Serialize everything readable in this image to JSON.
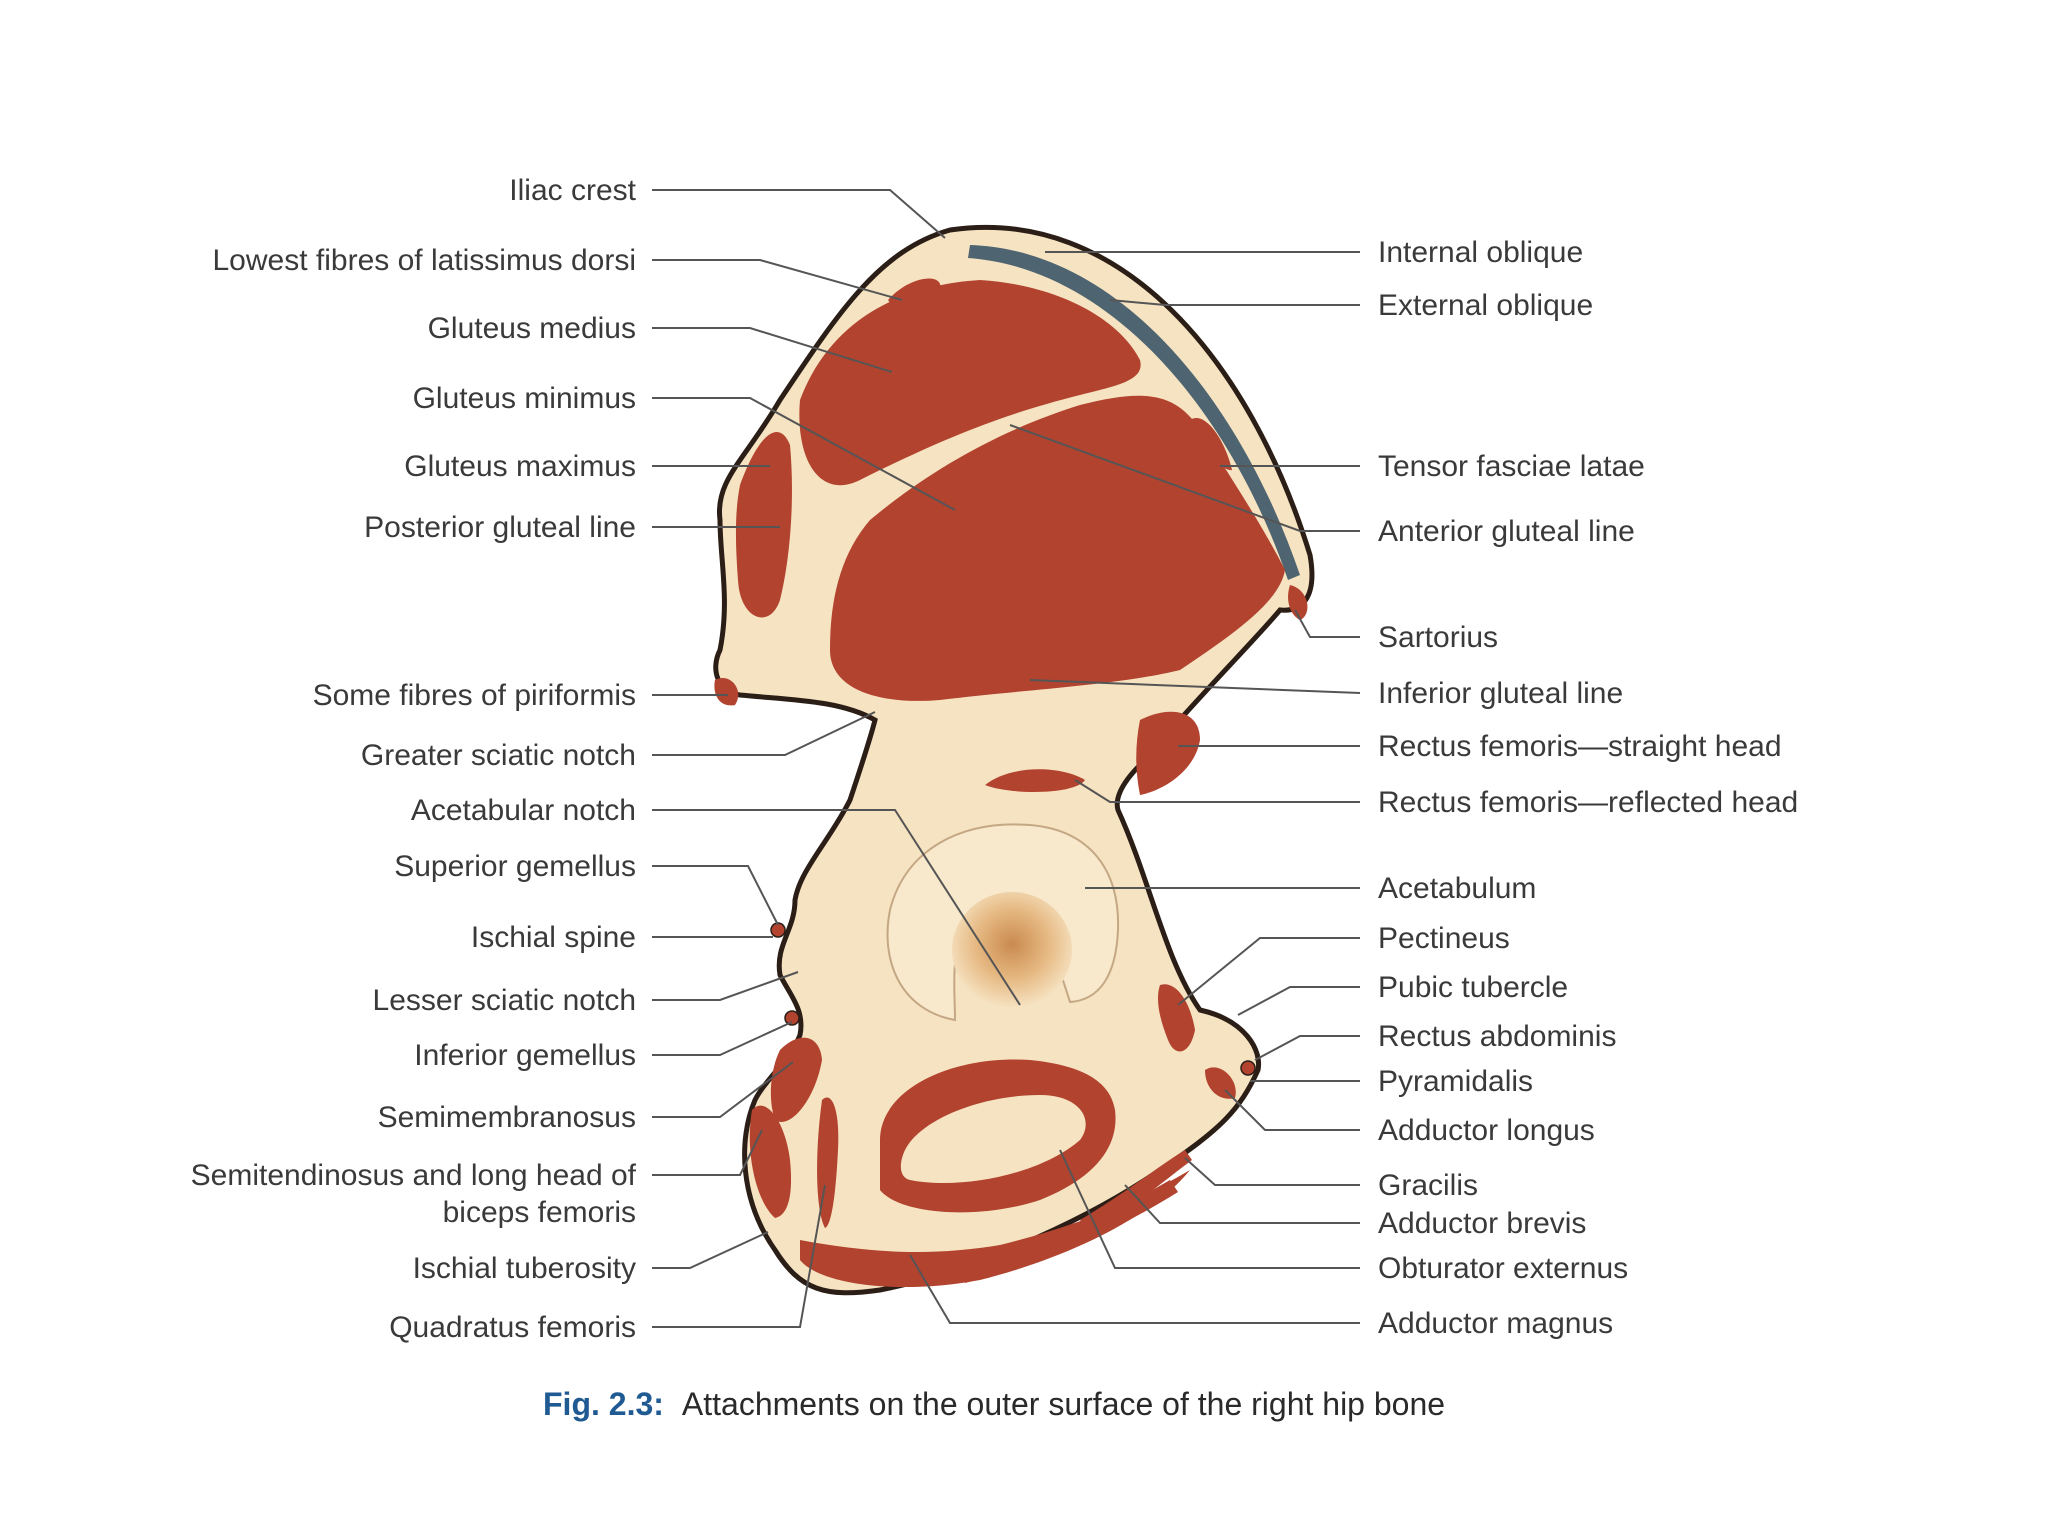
{
  "figure": {
    "caption_number": "Fig. 2.3:",
    "caption_text": "Attachments on the outer surface of the right hip bone",
    "colors": {
      "bone": "#f6e3c2",
      "muscle": "#b2432f",
      "aponeurosis": "#4e6470",
      "outline": "#2b1e16",
      "leader": "#555555"
    }
  },
  "labels_left": [
    "Iliac crest",
    "Lowest fibres of latissimus dorsi",
    "Gluteus medius",
    "Gluteus minimus",
    "Gluteus maximus",
    "Posterior gluteal line",
    "Some fibres of piriformis",
    "Greater sciatic notch",
    "Acetabular notch",
    "Superior gemellus",
    "Ischial spine",
    "Lesser sciatic notch",
    "Inferior gemellus",
    "Semimembranosus",
    "Semitendinosus and long head of",
    "biceps femoris",
    "Ischial tuberosity",
    "Quadratus femoris"
  ],
  "labels_right": [
    "Internal oblique",
    "External oblique",
    "Tensor fasciae latae",
    "Anterior gluteal line",
    "Sartorius",
    "Inferior gluteal line",
    "Rectus femoris—straight head",
    "Rectus femoris—reflected head",
    "Acetabulum",
    "Pectineus",
    "Pubic tubercle",
    "Rectus abdominis",
    "Pyramidalis",
    "Adductor longus",
    "Gracilis",
    "Adductor brevis",
    "Obturator externus",
    "Adductor magnus"
  ]
}
